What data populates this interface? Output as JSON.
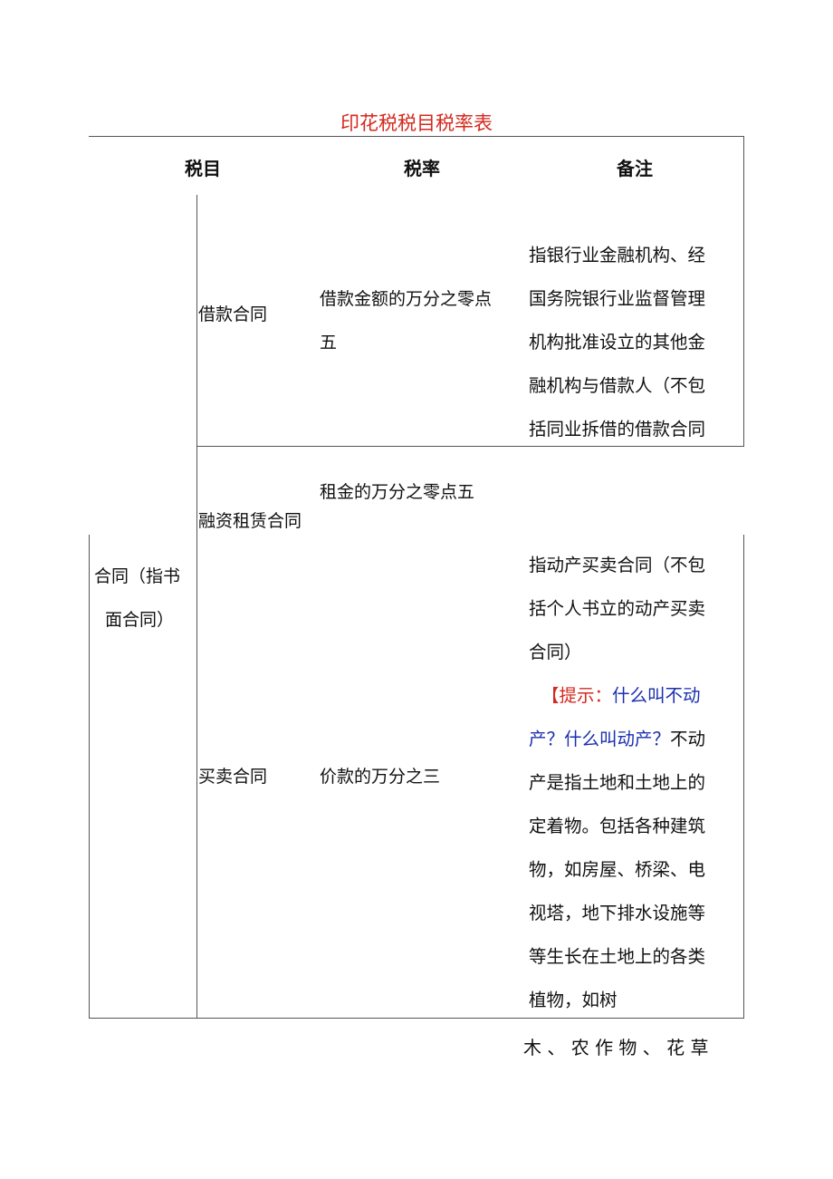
{
  "doc": {
    "title": "印花税税目税率表",
    "colors": {
      "title": "#d42a1f",
      "tip_label": "#d42a1f",
      "tip_question": "#1a2fae",
      "rule": "#555555"
    }
  },
  "header": {
    "col1": "税目",
    "col2": "税率",
    "col3": "备注"
  },
  "category": {
    "line1": "合同（指书",
    "line2": "面合同）"
  },
  "rows": [
    {
      "item": "借款合同",
      "rate_line1": "借款金额的万分之零点",
      "rate_line2": "五",
      "note_lines": [
        "指银行业金融机构、经",
        "国务院银行业监督管理",
        "机构批准设立的其他金",
        "融机构与借款人（不包",
        "括同业拆借的借款合同"
      ]
    },
    {
      "item": "融资租赁合同",
      "rate": "租金的万分之零点五"
    },
    {
      "item": "买卖合同",
      "rate": "价款的万分之三",
      "note_lines": [
        "指动产买卖合同（不包",
        "括个人书立的动产买卖",
        "合同）"
      ],
      "tip": {
        "bracket": "【",
        "label": "提示：",
        "q1": "什么叫不动",
        "q2": "产？什么叫动产？",
        "rest_line2": "不动"
      },
      "more_lines": [
        "产是指土地和土地上的",
        "定着物。包括各种建筑",
        "物，如房屋、桥梁、电",
        "视塔，地下排水设施等",
        "等生长在土地上的各类",
        "植物，如树"
      ]
    }
  ],
  "overflow_line": "木 、 农 作 物 、 花 草"
}
